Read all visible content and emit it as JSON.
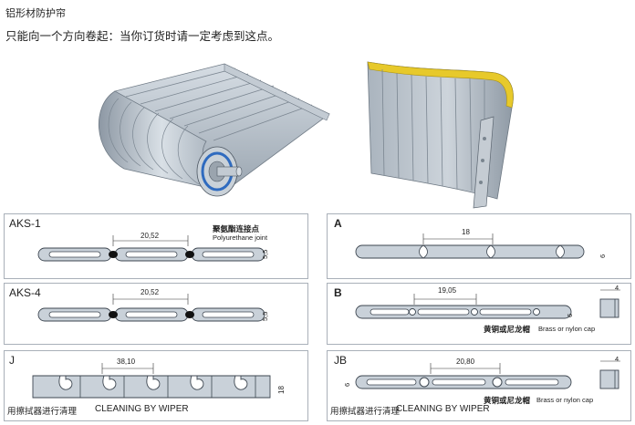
{
  "header": {
    "title": "铝形材防护帘",
    "subtitle": "只能向一个方向卷起：当你订货时请一定考虑到这点。"
  },
  "panels": {
    "aks1": {
      "label": "AKS-1",
      "dim_pitch": "20,52",
      "joint_cn": "聚氨酯连接点",
      "joint_en": "Polyurethane joint",
      "dim_height": "5,5"
    },
    "aks4": {
      "label": "AKS-4",
      "dim_pitch": "20,52",
      "dim_height": "5,5"
    },
    "a": {
      "label": "A",
      "dim_pitch": "18",
      "dim_height": "6"
    },
    "b": {
      "label": "B",
      "dim_pitch": "19,05",
      "dim_height": "6",
      "cap_cn": "黄铜或尼龙帽",
      "cap_en": "Brass or nylon cap",
      "dim_cap": "4"
    },
    "j": {
      "label": "J",
      "dim_pitch": "38,10",
      "dim_height": "18",
      "wiper_cn": "用擦拭器进行清理",
      "wiper_en": "CLEANING BY WIPER"
    },
    "jb": {
      "label": "JB",
      "dim_pitch": "20,80",
      "dim_height": "6",
      "cap_cn": "黄铜或尼龙帽",
      "cap_en": "Brass or nylon cap",
      "dim_cap": "4",
      "wiper_cn": "用擦拭器进行清理",
      "wiper_en": "CLEANING BY WIPER"
    }
  }
}
